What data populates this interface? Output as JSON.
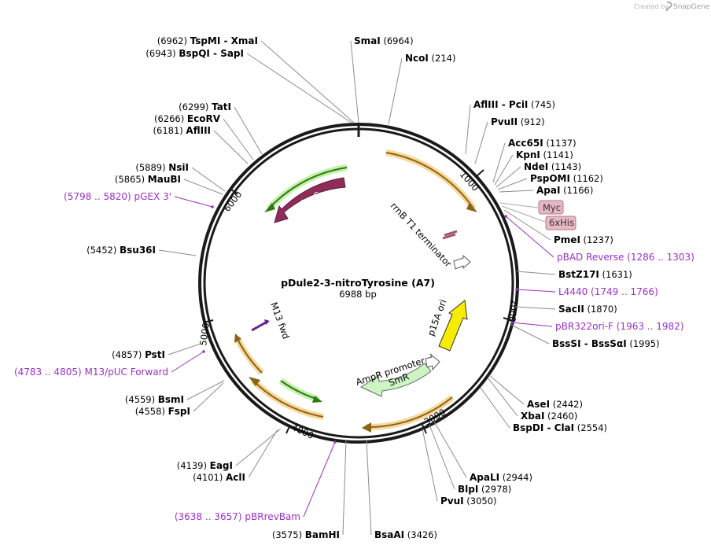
{
  "credit": {
    "text": "Created by",
    "brand": "SnapGene"
  },
  "plasmid": {
    "name": "pDule2-3-nitroTyrosine (A7)",
    "length": "6988 bp"
  },
  "ticks": [
    "1000",
    "2000",
    "3000",
    "4000",
    "5000",
    "6000"
  ],
  "features": {
    "arac": "araC",
    "p15a_ori": "p15A ori",
    "smr": "SmR",
    "ampr_promoter": "AmpR promoter",
    "rrnb_terminator": "rrnB T1 terminator",
    "m13_fwd": "M13 fwd"
  },
  "tags": [
    "Myc",
    "6xHis"
  ],
  "colors": {
    "backbone": "#1a1a1a",
    "orf_fill": "#f8d79a",
    "orf_stroke": "#8a6418",
    "arac": "#8f2c5a",
    "p15a_ori": "#f5ec00",
    "smr": "#cdf5c4",
    "primer": "#9b30c8",
    "tag": "#e8b7c3"
  },
  "sites": [
    {
      "type": "enzyme",
      "name": "TspMI",
      "name2": "XmaI",
      "pos": "(6962)"
    },
    {
      "type": "enzyme",
      "name": "BspQI",
      "name2": "SapI",
      "pos": "(6943)"
    },
    {
      "type": "enzyme",
      "name": "SmaI",
      "name2": "",
      "pos": "(6964)"
    },
    {
      "type": "enzyme",
      "name": "NcoI",
      "name2": "",
      "pos": "(214)"
    },
    {
      "type": "enzyme",
      "name": "AflIII",
      "name2": "PciI",
      "pos": "(745)"
    },
    {
      "type": "enzyme",
      "name": "PvuII",
      "name2": "",
      "pos": "(912)"
    },
    {
      "type": "enzyme",
      "name": "Acc65I",
      "name2": "",
      "pos": "(1137)"
    },
    {
      "type": "enzyme",
      "name": "KpnI",
      "name2": "",
      "pos": "(1141)"
    },
    {
      "type": "enzyme",
      "name": "NdeI",
      "name2": "",
      "pos": "(1143)"
    },
    {
      "type": "enzyme",
      "name": "PspOMI",
      "name2": "",
      "pos": "(1162)"
    },
    {
      "type": "enzyme",
      "name": "ApaI",
      "name2": "",
      "pos": "(1166)"
    },
    {
      "type": "enzyme",
      "name": "PmeI",
      "name2": "",
      "pos": "(1237)"
    },
    {
      "type": "primer",
      "name": "pBAD Reverse",
      "name2": "",
      "pos": "(1286 .. 1303)"
    },
    {
      "type": "enzyme",
      "name": "BstZ17I",
      "name2": "",
      "pos": "(1631)"
    },
    {
      "type": "primer",
      "name": "L4440",
      "name2": "",
      "pos": "(1749 .. 1766)"
    },
    {
      "type": "enzyme",
      "name": "SacII",
      "name2": "",
      "pos": "(1870)"
    },
    {
      "type": "primer",
      "name": "pBR322ori-F",
      "name2": "",
      "pos": "(1963 .. 1982)"
    },
    {
      "type": "enzyme",
      "name": "BssSI",
      "name2": "BssSαI",
      "pos": "(1995)"
    },
    {
      "type": "enzyme",
      "name": "AseI",
      "name2": "",
      "pos": "(2442)"
    },
    {
      "type": "enzyme",
      "name": "XbaI",
      "name2": "",
      "pos": "(2460)"
    },
    {
      "type": "enzyme",
      "name": "BspDI",
      "name2": "ClaI",
      "pos": "(2554)"
    },
    {
      "type": "enzyme",
      "name": "ApaLI",
      "name2": "",
      "pos": "(2944)"
    },
    {
      "type": "enzyme",
      "name": "BlpI",
      "name2": "",
      "pos": "(2978)"
    },
    {
      "type": "enzyme",
      "name": "PvuI",
      "name2": "",
      "pos": "(3050)"
    },
    {
      "type": "enzyme",
      "name": "BsaAI",
      "name2": "",
      "pos": "(3426)"
    },
    {
      "type": "enzyme",
      "name": "BamHI",
      "name2": "",
      "pos": "(3575)"
    },
    {
      "type": "primer",
      "name": "pBRrevBam",
      "name2": "",
      "pos": "(3638 .. 3657)"
    },
    {
      "type": "enzyme",
      "name": "AclI",
      "name2": "",
      "pos": "(4101)"
    },
    {
      "type": "enzyme",
      "name": "EagI",
      "name2": "",
      "pos": "(4139)"
    },
    {
      "type": "enzyme",
      "name": "FspI",
      "name2": "",
      "pos": "(4558)"
    },
    {
      "type": "enzyme",
      "name": "BsmI",
      "name2": "",
      "pos": "(4559)"
    },
    {
      "type": "primer",
      "name": "M13/pUC Forward",
      "name2": "",
      "pos": "(4783 .. 4805)"
    },
    {
      "type": "enzyme",
      "name": "PstI",
      "name2": "",
      "pos": "(4857)"
    },
    {
      "type": "enzyme",
      "name": "Bsu36I",
      "name2": "",
      "pos": "(5452)"
    },
    {
      "type": "primer",
      "name": "pGEX 3'",
      "name2": "",
      "pos": "(5798 .. 5820)"
    },
    {
      "type": "enzyme",
      "name": "MauBI",
      "name2": "",
      "pos": "(5865)"
    },
    {
      "type": "enzyme",
      "name": "NsiI",
      "name2": "",
      "pos": "(5889)"
    },
    {
      "type": "enzyme",
      "name": "AflIII",
      "name2": "",
      "pos": "(6181)"
    },
    {
      "type": "enzyme",
      "name": "EcoRV",
      "name2": "",
      "pos": "(6266)"
    },
    {
      "type": "enzyme",
      "name": "TatI",
      "name2": "",
      "pos": "(6299)"
    }
  ]
}
